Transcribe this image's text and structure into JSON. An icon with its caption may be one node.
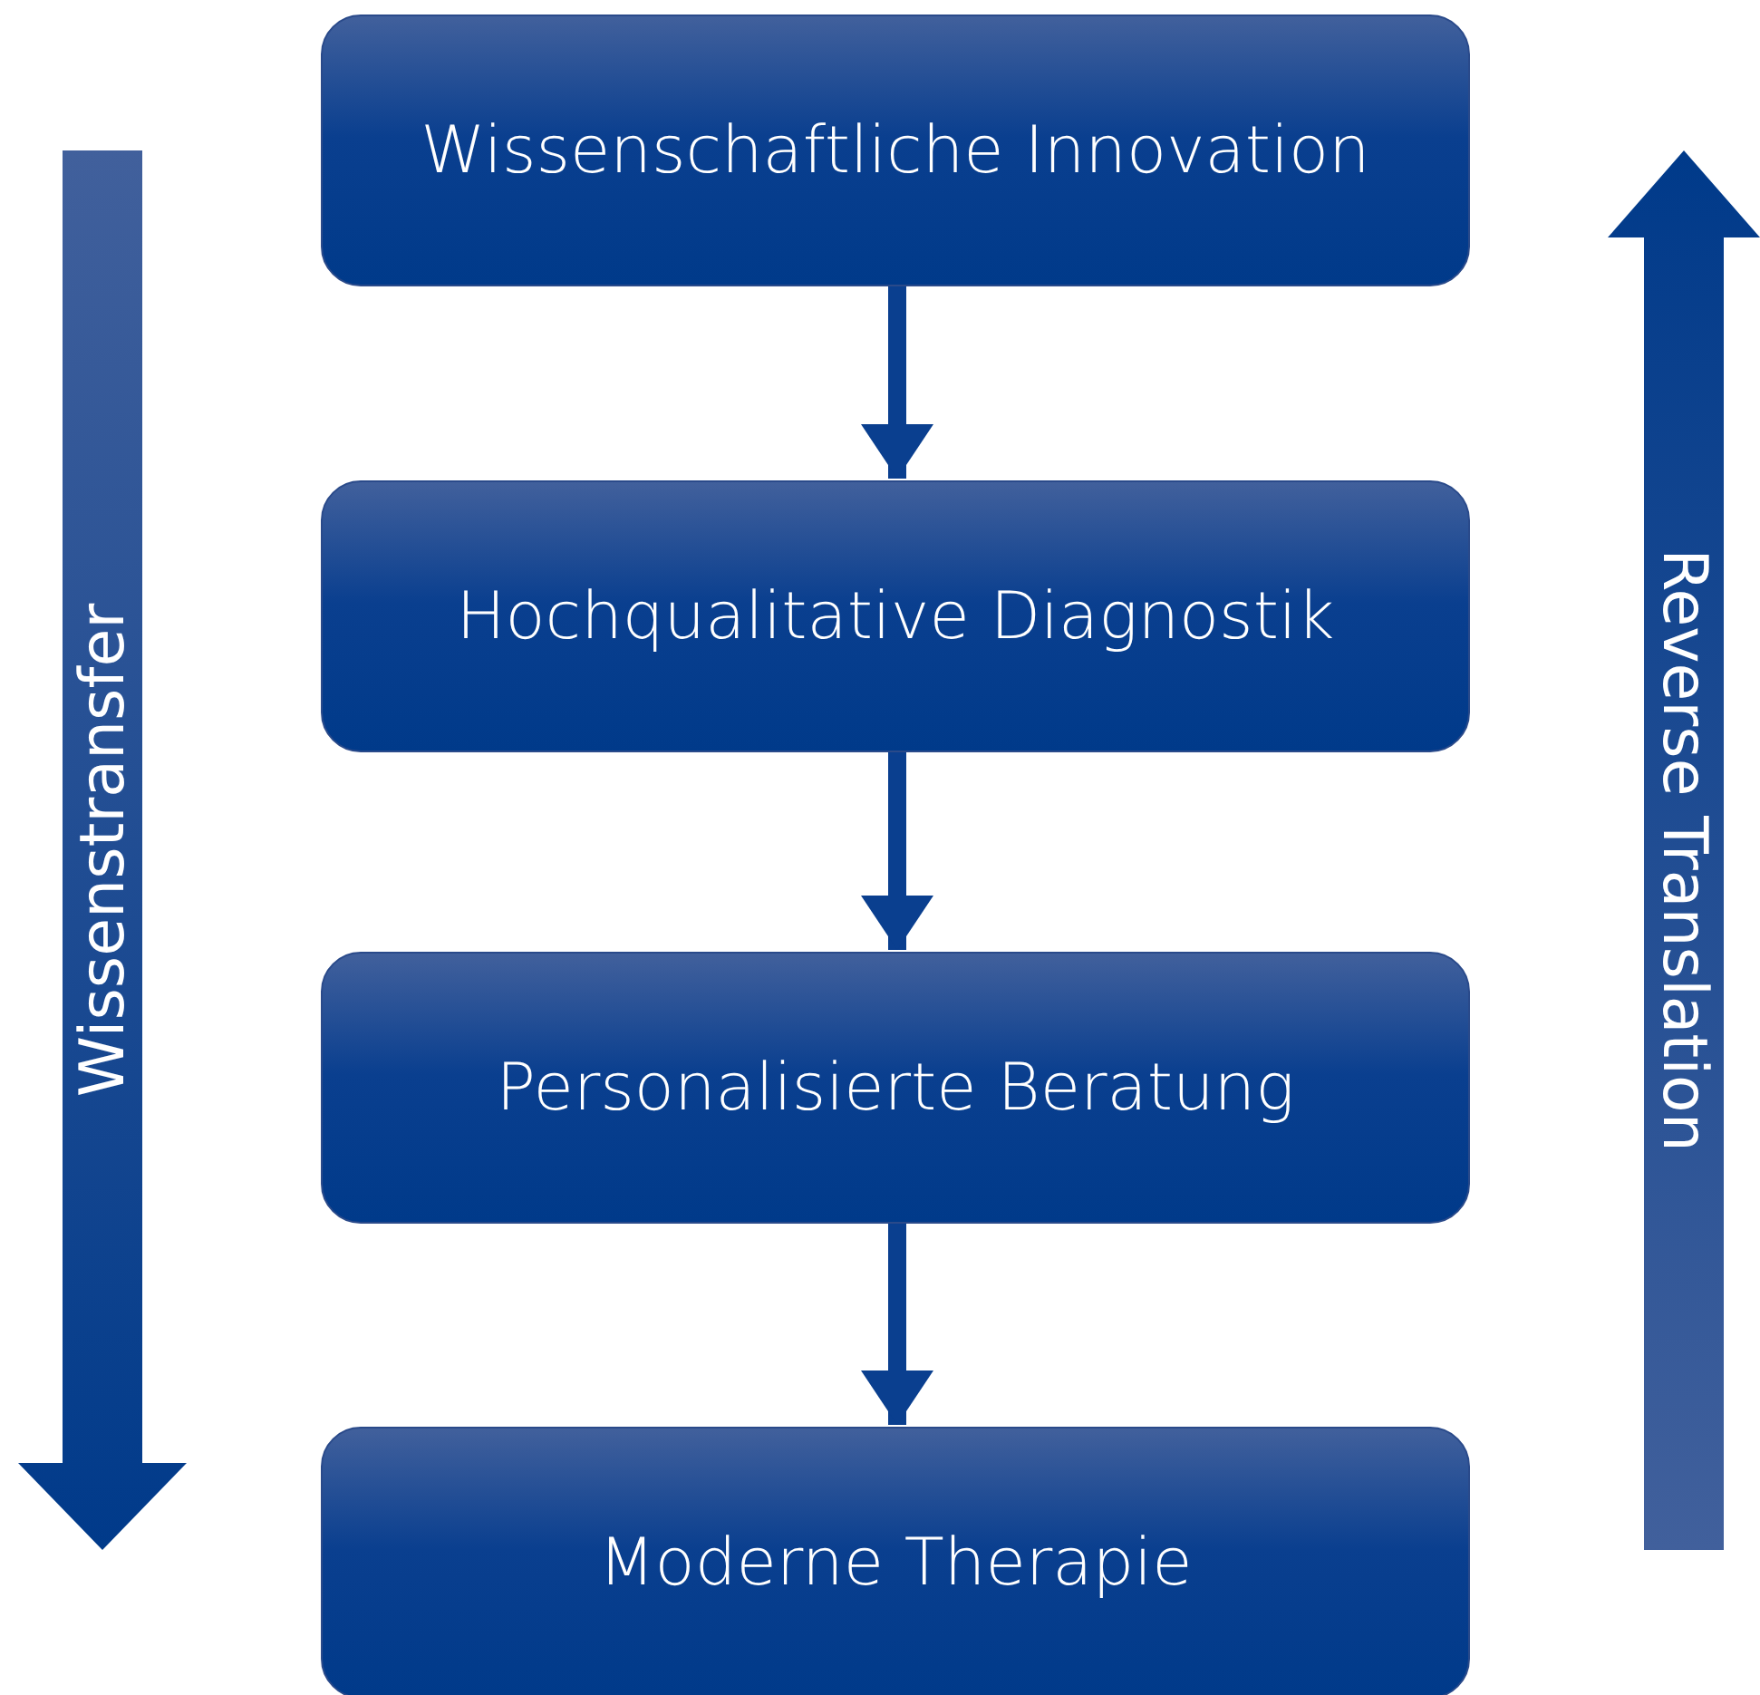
{
  "diagram": {
    "nodes": [
      {
        "text": [
          "Wissenschaftliche Innovation"
        ]
      },
      {
        "text": [
          "Hochqualitative Diagnostik"
        ]
      },
      {
        "text": [
          "Personalisierte Beratung"
        ]
      },
      {
        "text": [
          "Moderne Therapie"
        ]
      },
      {
        "text": [
          "Wissenstransfer"
        ]
      },
      {
        "text": [
          "Reverse Translation"
        ]
      }
    ],
    "edges": [
      {
        "from": 0,
        "to": 1,
        "arrow": "to"
      },
      {
        "from": 1,
        "to": 2,
        "arrow": "to"
      },
      {
        "from": 2,
        "to": 3,
        "arrow": "to"
      }
    ]
  }
}
